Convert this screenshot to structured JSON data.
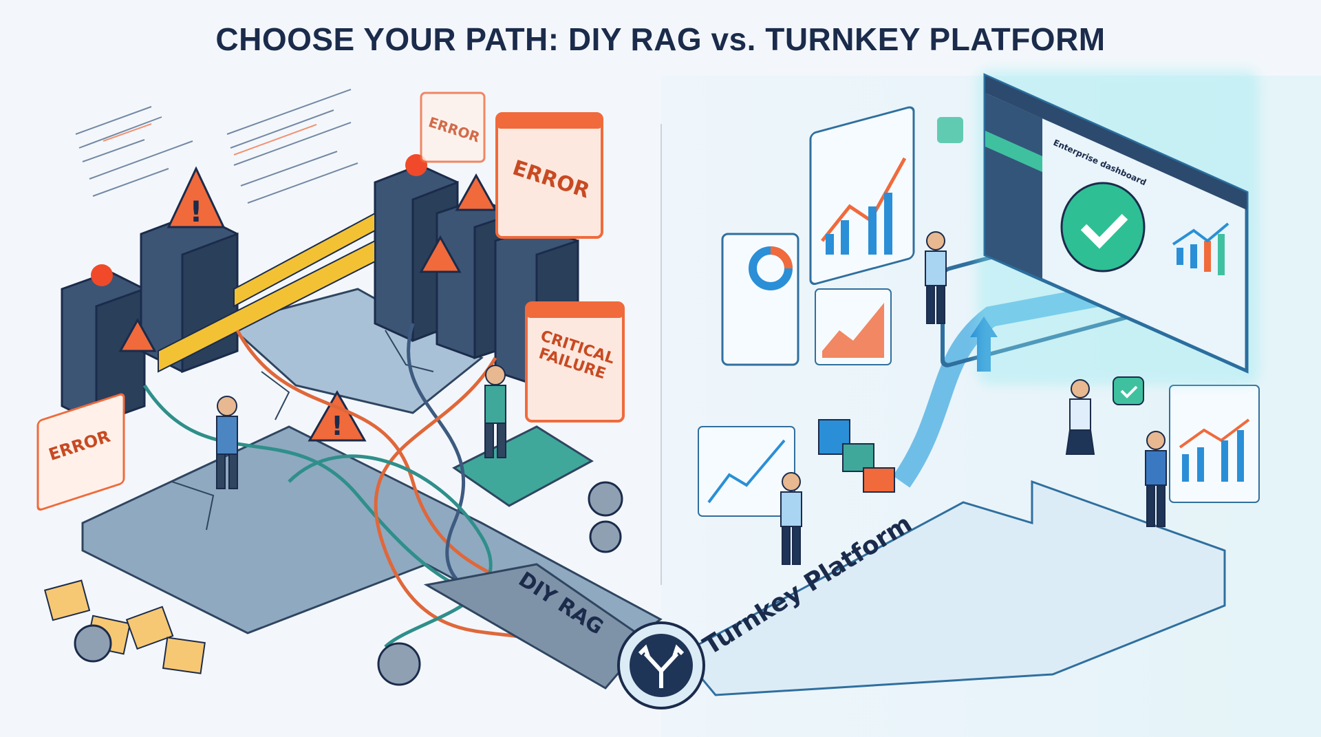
{
  "title": "CHOOSE YOUR PATH: DIY RAG vs. TURNKEY PLATFORM",
  "left": {
    "path_label": "DIY RAG",
    "error_labels": [
      "ERROR",
      "ERROR",
      "ERROR"
    ],
    "critical_label": "CRITICAL FAILURE"
  },
  "right": {
    "path_label": "Turnkey Platform",
    "dashboard_title": "Enterprise dashboard"
  },
  "colors": {
    "title": "#1b2b4b",
    "error": "#f06a3c",
    "success": "#2fbf95",
    "accent": "#2a8fd6",
    "server": "#34495e"
  }
}
